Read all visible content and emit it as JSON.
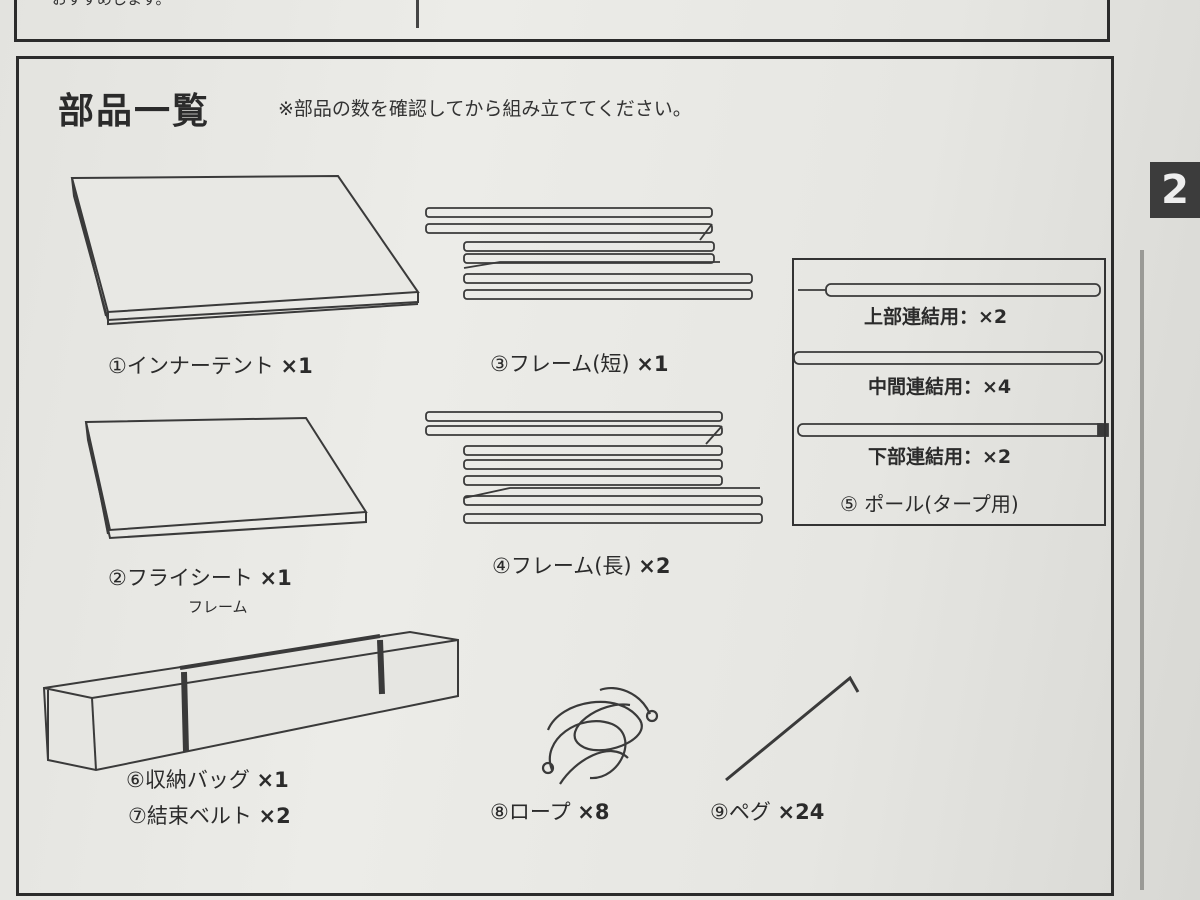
{
  "page": {
    "top_note": "おすすめします。",
    "section_title": "部品一覧",
    "section_note": "※部品の数を確認してから組み立ててください。",
    "page_tab": "2"
  },
  "parts": [
    {
      "label": "①インナーテント",
      "qty": "×1"
    },
    {
      "label": "②フライシート",
      "qty": "×1",
      "sublabel": "フレーム"
    },
    {
      "label": "③フレーム(短)",
      "qty": "×1"
    },
    {
      "label": "④フレーム(長)",
      "qty": "×2"
    },
    {
      "label": "⑥収納バッグ",
      "qty": "×1"
    },
    {
      "label": "⑦結束ベルト",
      "qty": "×2"
    },
    {
      "label": "⑧ロープ",
      "qty": "×8"
    },
    {
      "label": "⑨ペグ",
      "qty": "×24"
    }
  ],
  "pole": {
    "title": "⑤ ポール(タープ用)",
    "items": [
      {
        "label": "上部連結用：×2"
      },
      {
        "label": "中間連結用：×4"
      },
      {
        "label": "下部連結用：×2"
      }
    ]
  }
}
